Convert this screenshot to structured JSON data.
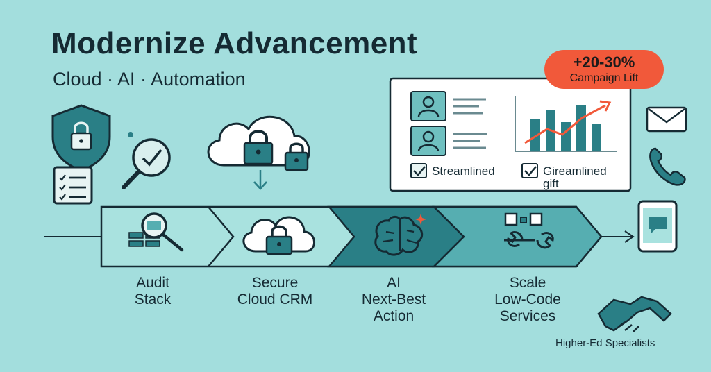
{
  "header": {
    "title": "Modernize Advancement",
    "subtitle": "Cloud · AI · Automation"
  },
  "steps": [
    {
      "lines": [
        "Audit",
        "Stack"
      ]
    },
    {
      "lines": [
        "Secure",
        "Cloud CRM"
      ]
    },
    {
      "lines": [
        "AI",
        "Next-Best",
        "Action"
      ]
    },
    {
      "lines": [
        "Scale",
        "Low-Code",
        "Services"
      ]
    }
  ],
  "dashboard": {
    "badge": {
      "value": "+20-30%",
      "label": "Campaign Lift"
    },
    "checks": [
      {
        "label": "Streamlined"
      },
      {
        "label": "Gireamlined",
        "label2": "gift"
      }
    ]
  },
  "footer": {
    "label": "Higher-Ed Specialists"
  },
  "colors": {
    "background": "#a3dedd",
    "teal": "#2a7f86",
    "teal_dark": "#1d6d74",
    "navy": "#152a33",
    "accent": "#f1593a"
  },
  "icons": [
    "shield-lock-icon",
    "magnifier-check-icon",
    "checklist-icon",
    "cloud-locks-icon",
    "down-arrow-icon",
    "audit-magnifier-icon",
    "cloud-lock-icon",
    "ai-brain-icon",
    "gear-wrench-icon",
    "mail-icon",
    "phone-icon",
    "mobile-chat-icon",
    "handshake-icon",
    "bar-chart-icon",
    "user-card-icon"
  ]
}
